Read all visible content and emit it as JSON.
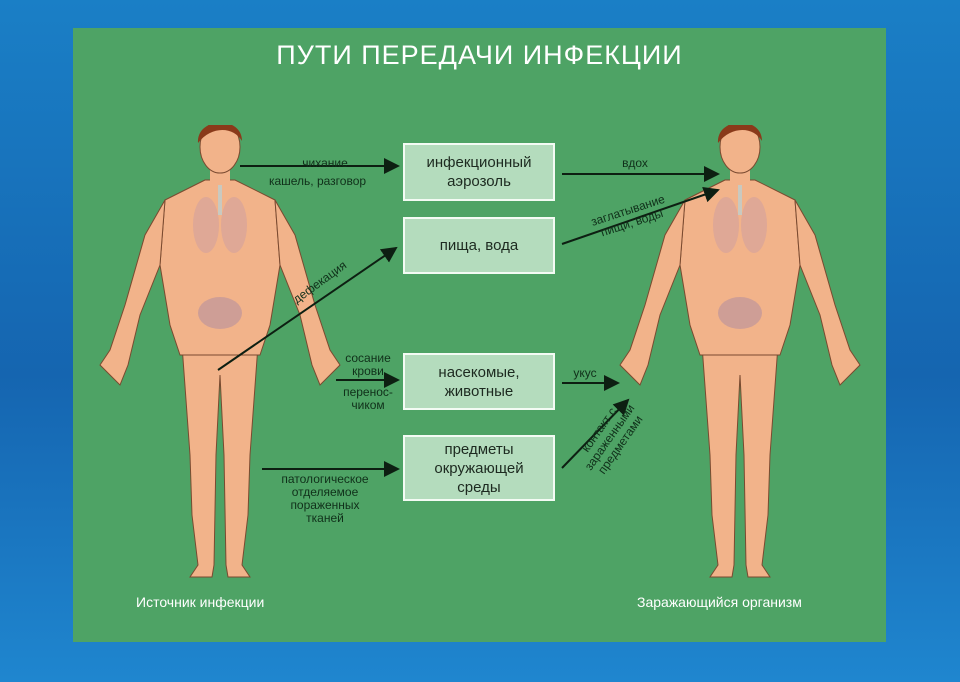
{
  "title": "ПУТИ ПЕРЕДАЧИ ИНФЕКЦИИ",
  "boxes": [
    "инфекционный\nаэрозоль",
    "пища, вода",
    "насекомые,\nживотные",
    "предметы\nокружающей\nсреды"
  ],
  "source_labels": {
    "sneeze": "чихание",
    "cough": "кашель, разговор",
    "defecation": "дефекация",
    "blood": "сосание\nкрови",
    "vector": "перенос-\nчиком",
    "pathological": "патологическое\nотделяемое\nпораженных\nтканей"
  },
  "target_labels": {
    "inhale": "вдох",
    "swallow": "заглатывание\nпищи, воды",
    "bite": "укус",
    "contact": "контакт с\nзараженными\nпредметами"
  },
  "captions": {
    "source": "Источник инфекции",
    "target": "Заражающийся организм"
  },
  "colors": {
    "panel": "#4ea365",
    "box": "#b4dcbd",
    "skin": "#f2b38a",
    "background": "#1565b0"
  }
}
